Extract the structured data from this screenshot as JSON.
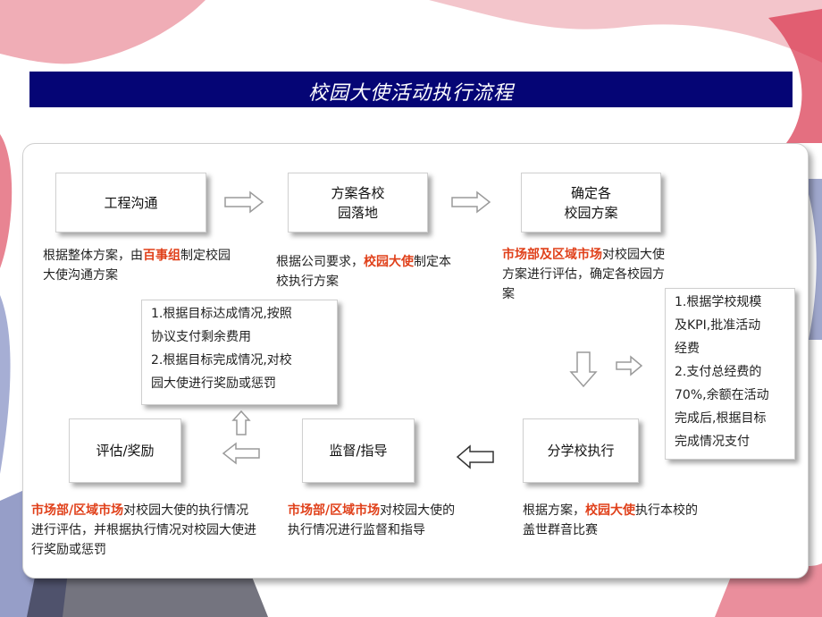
{
  "title": "校园大使活动执行流程",
  "steps": {
    "s1": "工程沟通",
    "s2": "方案各校\n园落地",
    "s3": "确定各\n校园方案",
    "s4": "分学校执行",
    "s5": "监督/指导",
    "s6": "评估/奖励"
  },
  "notes": {
    "n1": {
      "pre": "根据整体方案，由",
      "hl": "百事组",
      "post": "制定校园大使沟通方案"
    },
    "n2": {
      "pre": "根据公司要求，",
      "hl": "校园大使",
      "post": "制定本校执行方案"
    },
    "n3": {
      "hl": "市场部及区域市场",
      "post": "对校园大使方案进行评估，确定各校园方案"
    },
    "n4": {
      "pre": "根据方案，",
      "hl": "校园大使",
      "post": "执行本校的盖世群音比赛"
    },
    "n5": {
      "hl": "市场部/区域市场",
      "post": "对校园大使的执行情况进行监督和指导"
    },
    "n6": {
      "hl": "市场部/区域市场",
      "post": "对校园大使的执行情况进行评估，并根据执行情况对校园大使进行奖励或惩罚"
    }
  },
  "payment_box": [
    "1.根据目标达成情况,按照",
    "协议支付剩余费用",
    "2.根据目标完成情况,对校",
    "园大使进行奖励或惩罚"
  ],
  "budget_box": [
    "1.根据学校规模",
    "及KPI,批准活动",
    "经费",
    "2.支付总经费的",
    "70%,余额在活动",
    "完成后,根据目标",
    "完成情况支付"
  ],
  "colors": {
    "title_bg": "#050575",
    "highlight": "#e0401a",
    "decor_red": "#d8324a",
    "decor_blue": "#3f4f9a"
  }
}
